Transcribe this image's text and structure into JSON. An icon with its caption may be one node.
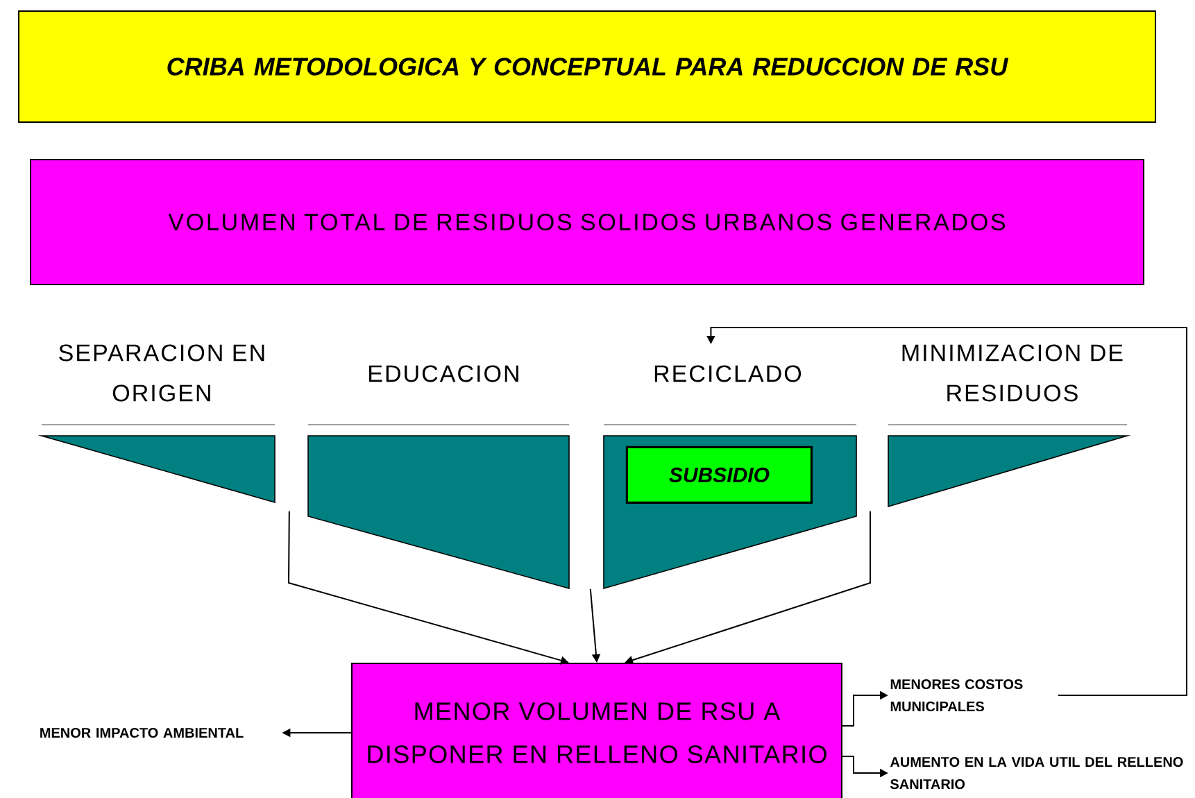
{
  "diagram": {
    "nodes": [
      {
        "text": [
          "CRIBA METODOLOGICA Y CONCEPTUAL PARA REDUCCION DE RSU"
        ]
      },
      {
        "text": [
          "VOLUMEN TOTAL DE RESIDUOS SOLIDOS URBANOS GENERADOS"
        ]
      },
      {
        "text": [
          "SEPARACION EN ORIGEN"
        ]
      },
      {
        "text": [
          "EDUCACION"
        ]
      },
      {
        "text": [
          "RECICLADO"
        ]
      },
      {
        "text": [
          "SUBSIDIO"
        ],
        "in": 4
      },
      {
        "text": [
          "MINIMIZACION DE RESIDUOS"
        ]
      },
      {
        "text": [
          "MENOR VOLUMEN DE RSU A DISPONER EN RELLENO SANITARIO"
        ]
      },
      {
        "text": [
          "MENOR IMPACTO AMBIENTAL"
        ]
      },
      {
        "text": [
          "MENORES COSTOS MUNICIPALES"
        ]
      },
      {
        "text": [
          "AUMENTO EN LA VIDA UTIL DEL RELLENO SANITARIO"
        ]
      }
    ],
    "edges": [
      {
        "from": 2,
        "to": 7,
        "arrow": "to"
      },
      {
        "from": 3,
        "to": 7,
        "arrow": "to"
      },
      {
        "from": 6,
        "to": 7,
        "arrow": "to"
      },
      {
        "from": 7,
        "to": 8,
        "arrow": "to"
      },
      {
        "from": 7,
        "to": 9,
        "arrow": "to"
      },
      {
        "from": 7,
        "to": 10,
        "arrow": "to"
      },
      {
        "from": 9,
        "to": 4,
        "arrow": "to"
      }
    ]
  }
}
